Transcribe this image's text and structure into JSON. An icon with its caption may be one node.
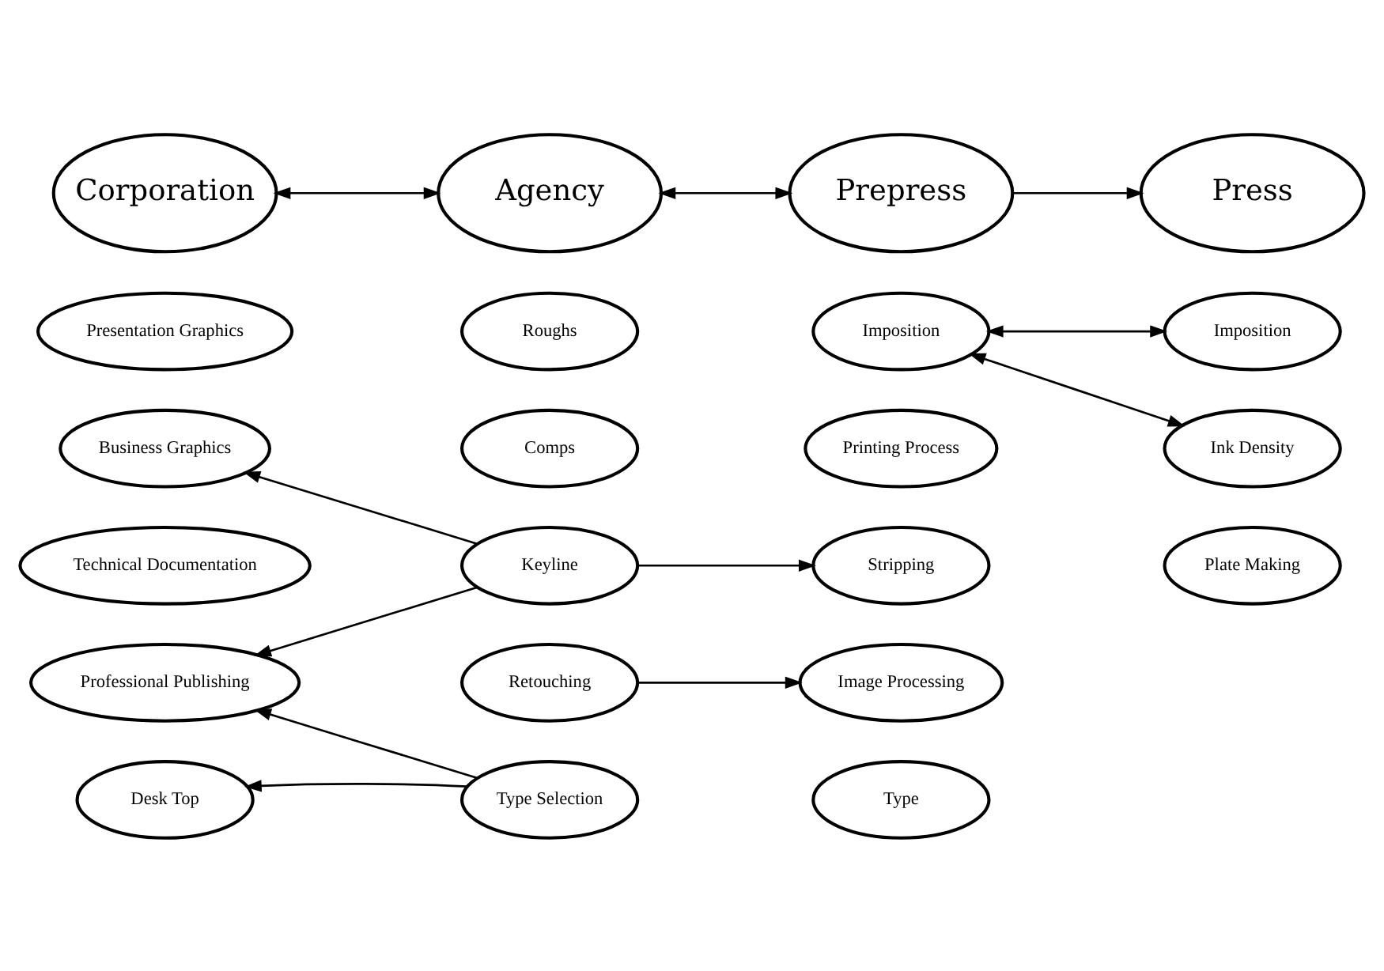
{
  "diagram": {
    "nodes": [
      {
        "text": [
          "Corporation"
        ]
      },
      {
        "text": [
          "Agency"
        ]
      },
      {
        "text": [
          "Prepress"
        ]
      },
      {
        "text": [
          "Press"
        ]
      },
      {
        "text": [
          "Presentation Graphics"
        ]
      },
      {
        "text": [
          "Roughs"
        ]
      },
      {
        "text": [
          "Imposition"
        ]
      },
      {
        "text": [
          "Imposition"
        ]
      },
      {
        "text": [
          "Business Graphics"
        ]
      },
      {
        "text": [
          "Comps"
        ]
      },
      {
        "text": [
          "Printing Process"
        ]
      },
      {
        "text": [
          "Ink Density"
        ]
      },
      {
        "text": [
          "Technical Documentation"
        ]
      },
      {
        "text": [
          "Keyline"
        ]
      },
      {
        "text": [
          "Stripping"
        ]
      },
      {
        "text": [
          "Plate Making"
        ]
      },
      {
        "text": [
          "Professional Publishing"
        ]
      },
      {
        "text": [
          "Retouching"
        ]
      },
      {
        "text": [
          "Image Processing"
        ]
      },
      {
        "text": [
          "Desk Top"
        ]
      },
      {
        "text": [
          "Type Selection"
        ]
      },
      {
        "text": [
          "Type"
        ]
      }
    ],
    "edges": [
      {
        "from": 0,
        "to": 1,
        "arrow": "both"
      },
      {
        "from": 1,
        "to": 2,
        "arrow": "both"
      },
      {
        "from": 2,
        "to": 3,
        "arrow": "to"
      },
      {
        "from": 6,
        "to": 7,
        "arrow": "both"
      },
      {
        "from": 6,
        "to": 11,
        "arrow": "both"
      },
      {
        "from": 13,
        "to": 8,
        "arrow": "to"
      },
      {
        "from": 13,
        "to": 16,
        "arrow": "to"
      },
      {
        "from": 13,
        "to": 14,
        "arrow": "to"
      },
      {
        "from": 17,
        "to": 18,
        "arrow": "to"
      },
      {
        "from": 20,
        "to": 16,
        "arrow": "to"
      },
      {
        "from": 20,
        "to": 19,
        "arrow": "to"
      }
    ]
  }
}
